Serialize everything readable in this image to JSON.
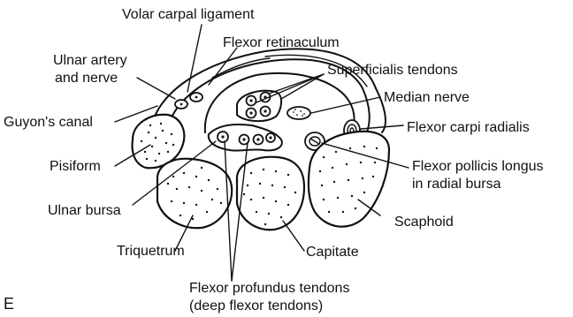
{
  "labels": {
    "volar_carpal_ligament": "Volar carpal ligament",
    "flexor_retinaculum": "Flexor retinaculum",
    "ulnar_artery_and_nerve_1": "Ulnar artery",
    "ulnar_artery_and_nerve_2": "and nerve",
    "superficialis_tendons": "Superficialis tendons",
    "median_nerve": "Median nerve",
    "guyons_canal": "Guyon's canal",
    "flexor_carpi_radialis": "Flexor carpi radialis",
    "pisiform": "Pisiform",
    "flexor_pollicis_longus_1": "Flexor pollicis longus",
    "flexor_pollicis_longus_2": "in radial bursa",
    "ulnar_bursa": "Ulnar bursa",
    "scaphoid": "Scaphoid",
    "triquetrum": "Triquetrum",
    "capitate": "Capitate",
    "flexor_profundus_1": "Flexor profundus tendons",
    "flexor_profundus_2": "(deep flexor tendons)"
  },
  "panel_letter": "E"
}
